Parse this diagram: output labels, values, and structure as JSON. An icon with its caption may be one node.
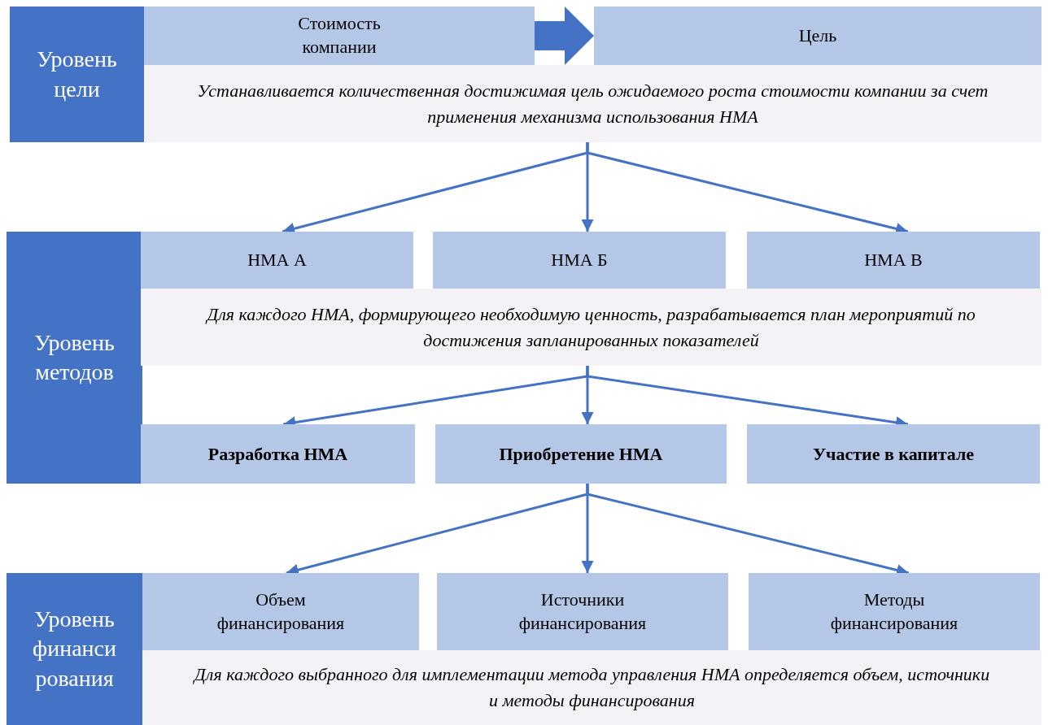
{
  "diagram": {
    "nodes": [
      {
        "text": [
          "Уровень цели"
        ]
      },
      {
        "text": [
          "Стоимость компании"
        ]
      },
      {
        "text": [
          "Цель"
        ]
      },
      {
        "text": [
          "Устанавливается количественная достижимая цель ожидаемого роста стоимости компании за счет применения механизма использования НМА"
        ]
      },
      {
        "text": [
          "Уровень методов"
        ]
      },
      {
        "text": [
          "НМА А"
        ]
      },
      {
        "text": [
          "НМА Б"
        ]
      },
      {
        "text": [
          "НМА В"
        ]
      },
      {
        "text": [
          "Для каждого НМА, формирующего необходимую ценность, разрабатывается план мероприятий по достижения запланированных показателей"
        ]
      },
      {
        "text": [
          "Разработка НМА"
        ]
      },
      {
        "text": [
          "Приобретение НМА"
        ]
      },
      {
        "text": [
          "Участие в капитале"
        ]
      },
      {
        "text": [
          "Уровень финансирования"
        ]
      },
      {
        "text": [
          "Объем финансирования"
        ]
      },
      {
        "text": [
          "Источники финансирования"
        ]
      },
      {
        "text": [
          "Методы финансирования"
        ]
      },
      {
        "text": [
          "Для каждого выбранного для имплементации метода управления НМА определяется объем, источники и методы финансирования"
        ]
      }
    ],
    "edges": [
      {
        "from": 1,
        "to": 2,
        "arrow": "to",
        "style": "thick"
      },
      {
        "from": 3,
        "to": 5,
        "arrow": "to"
      },
      {
        "from": 3,
        "to": 6,
        "arrow": "to"
      },
      {
        "from": 3,
        "to": 7,
        "arrow": "to"
      },
      {
        "from": 8,
        "to": 9,
        "arrow": "to"
      },
      {
        "from": 8,
        "to": 10,
        "arrow": "to"
      },
      {
        "from": 8,
        "to": 11,
        "arrow": "to"
      },
      {
        "from": 10,
        "to": 13,
        "arrow": "to"
      },
      {
        "from": 10,
        "to": 14,
        "arrow": "to"
      },
      {
        "from": 10,
        "to": 15,
        "arrow": "to"
      }
    ]
  }
}
